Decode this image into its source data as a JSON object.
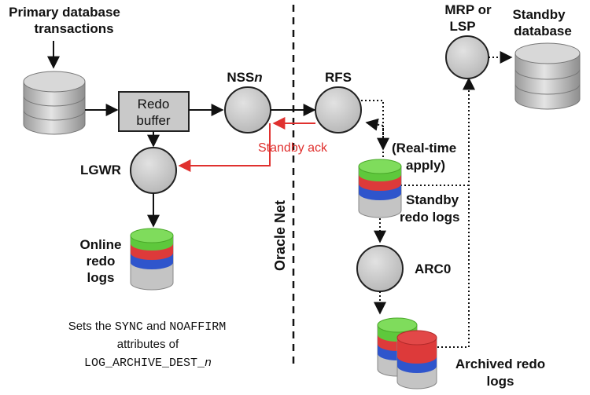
{
  "labels": {
    "primary_transactions_line1": "Primary database",
    "primary_transactions_line2": "transactions",
    "redo_buffer_line1": "Redo",
    "redo_buffer_line2": "buffer",
    "nss_prefix": "NSS",
    "nss_suffix": "n",
    "rfs": "RFS",
    "lgwr": "LGWR",
    "standby_ack": "Standby ack",
    "oracle_net": "Oracle Net",
    "online_redo_line1": "Online",
    "online_redo_line2": "redo",
    "online_redo_line3": "logs",
    "realtime_line1": "(Real-time",
    "realtime_line2": "apply)",
    "standby_redo_line1": "Standby",
    "standby_redo_line2": "redo logs",
    "arc0": "ARC0",
    "archived_line1": "Archived redo",
    "archived_line2": "logs",
    "mrp_line1": "MRP or",
    "mrp_line2": "LSP",
    "standby_db_line1": "Standby",
    "standby_db_line2": "database"
  },
  "note": {
    "line1_pre": "Sets the ",
    "line1_sync": "SYNC",
    "line1_mid": " and ",
    "line1_noaffirm": "NOAFFIRM",
    "line2": "attributes of",
    "line3_pre": "LOG_ARCHIVE_DEST_",
    "line3_n": "n"
  },
  "colors": {
    "ack_arrow": "#e0312f",
    "log_green": "#5ec83c",
    "log_red": "#dd3a3a",
    "log_blue": "#2f55cc",
    "process_gray": "#c8c8c8"
  }
}
